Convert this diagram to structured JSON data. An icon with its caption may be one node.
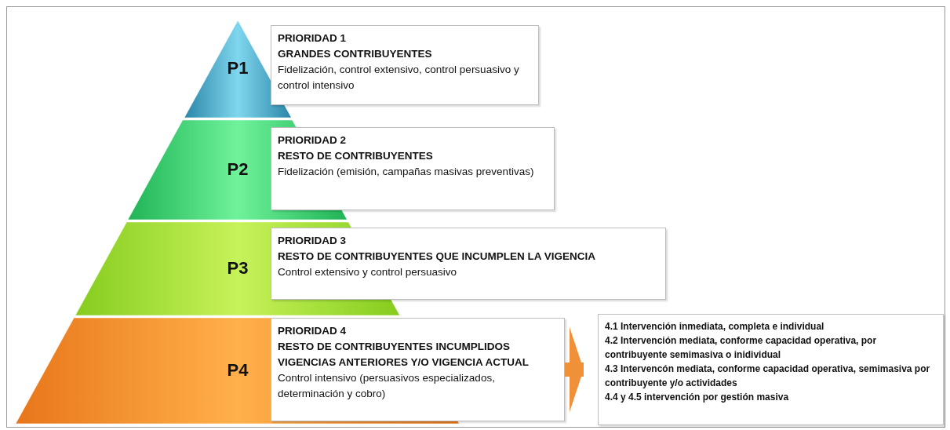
{
  "diagram": {
    "nodes": [
      {
        "text": [
          "P1"
        ]
      },
      {
        "text": [
          "PRIORIDAD 1",
          "GRANDES CONTRIBUYENTES",
          "Fidelización, control extensivo, control persuasivo y control intensivo"
        ]
      },
      {
        "text": [
          "P2"
        ]
      },
      {
        "text": [
          "PRIORIDAD 2",
          "RESTO DE CONTRIBUYENTES",
          "Fidelización (emisión, campañas masivas preventivas)"
        ]
      },
      {
        "text": [
          "P3"
        ]
      },
      {
        "text": [
          "PRIORIDAD 3",
          "RESTO DE CONTRIBUYENTES QUE INCUMPLEN LA VIGENCIA",
          "Control extensivo y control persuasivo"
        ]
      },
      {
        "text": [
          "P4"
        ]
      },
      {
        "text": [
          "PRIORIDAD 4",
          "RESTO DE CONTRIBUYENTES INCUMPLIDOS VIGENCIAS ANTERIORES Y/O VIGENCIA ACTUAL",
          "Control intensivo (persuasivos especializados, determinación y cobro)"
        ]
      },
      {
        "text": [
          "4.1 Intervención inmediata, completa e individual",
          "4.2 Intervención mediata, conforme capacidad operativa, por contribuyente semimasiva o inidividual",
          "4.3 Intervencón mediata, conforme capacidad operativa, semimasiva por contribuyente y/o actividades",
          "4.4 y 4.5 intervención por gestión masiva"
        ]
      }
    ],
    "edges": [
      {
        "from": 7,
        "to": 8,
        "arrow": "to",
        "color": "#f0913a"
      }
    ]
  }
}
